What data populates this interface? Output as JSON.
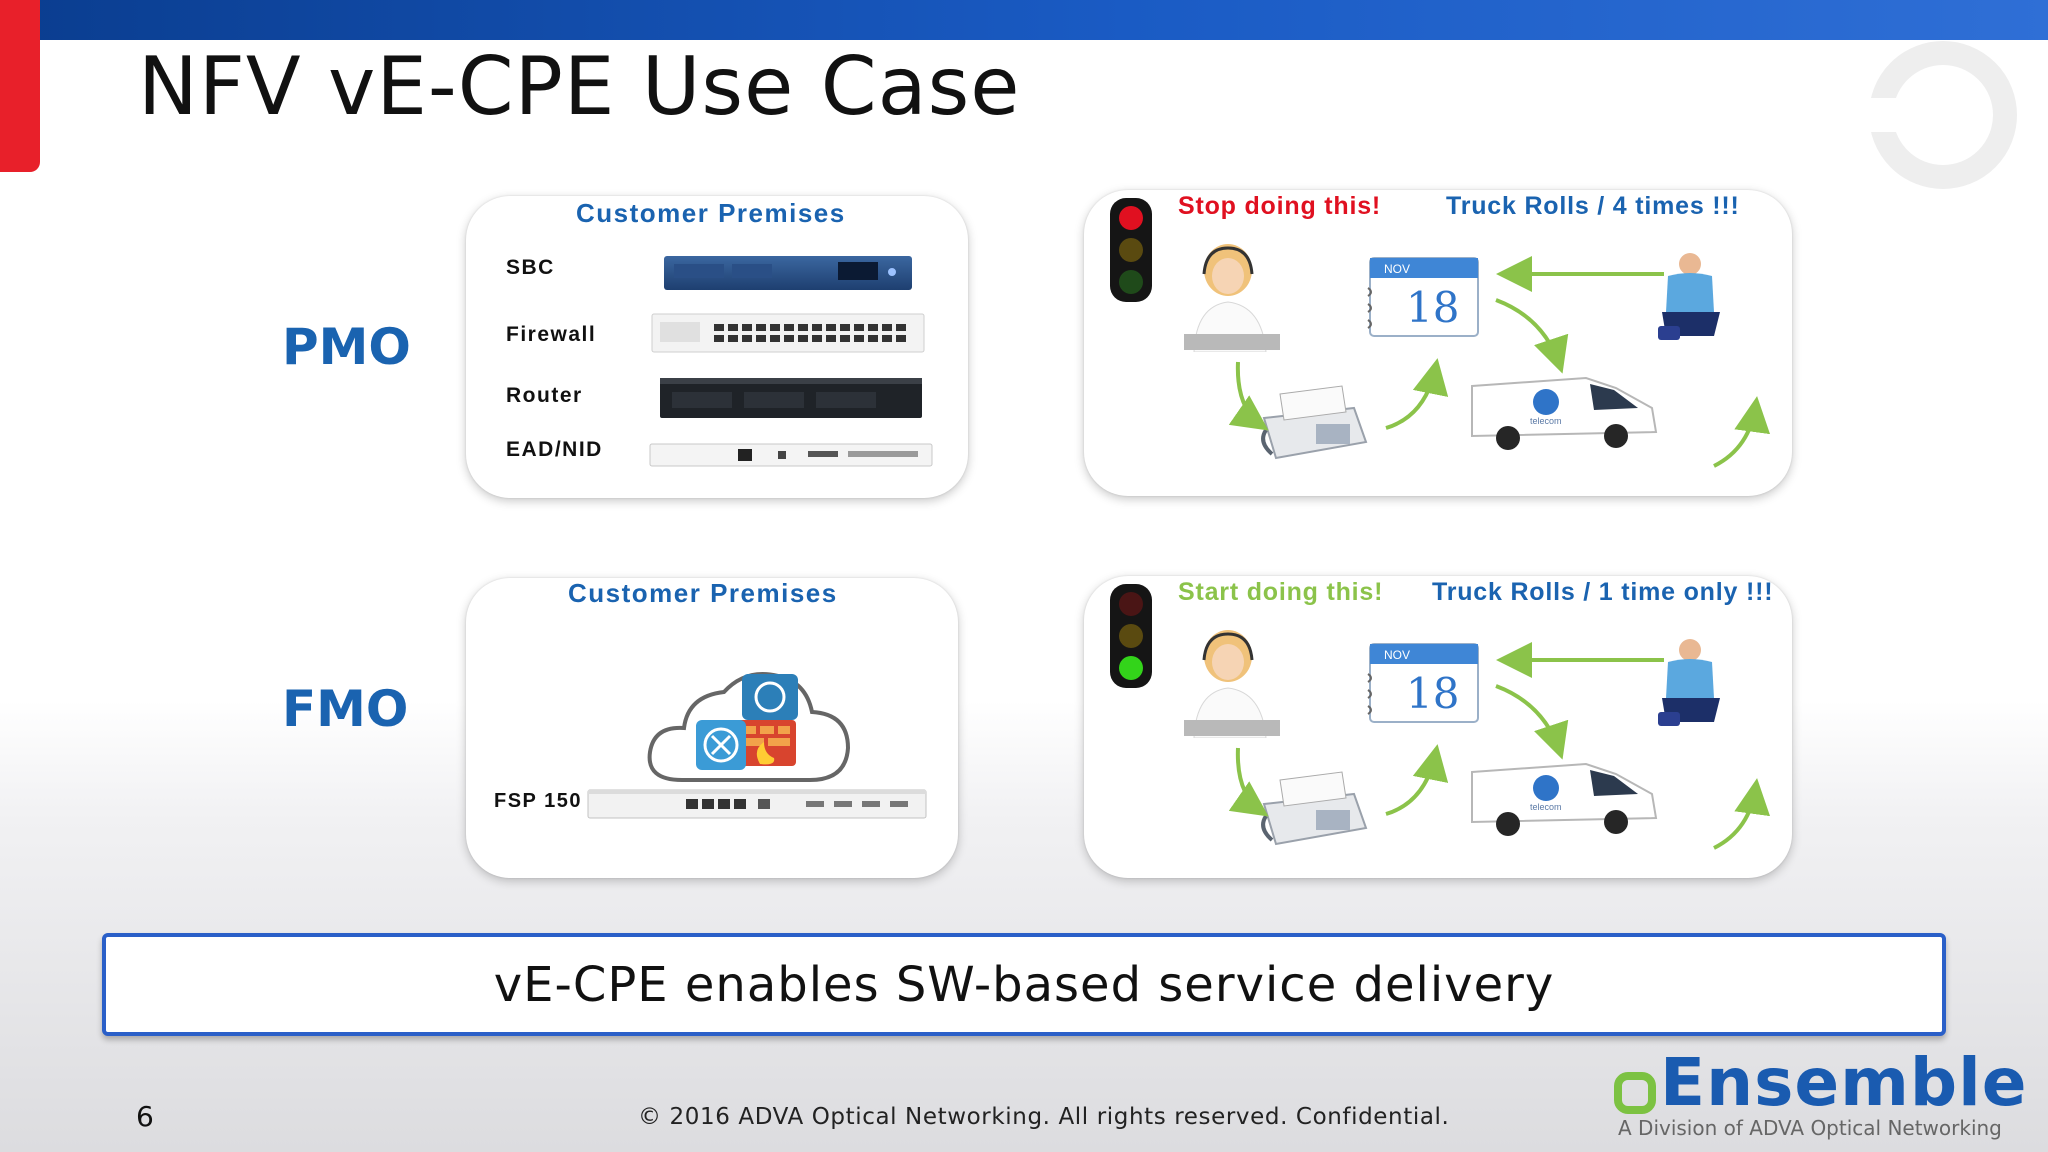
{
  "slide": {
    "title": "NFV vE-CPE Use Case",
    "page_number": "6",
    "footer": "© 2016 ADVA Optical Networking. All rights reserved. Confidential."
  },
  "rows": {
    "pmo": {
      "label": "PMO",
      "premises_title": "Customer Premises",
      "devices": [
        "SBC",
        "Firewall",
        "Router",
        "EAD/NID"
      ],
      "annotation_left": "Stop doing this!",
      "annotation_right": "Truck Rolls / 4 times !!!",
      "light_active": "red",
      "calendar_day": "18",
      "calendar_month": "NOV",
      "van_brand": "telecom"
    },
    "fmo": {
      "label": "FMO",
      "premises_title": "Customer Premises",
      "device": "FSP 150",
      "annotation_left": "Start doing this!",
      "annotation_right": "Truck Rolls / 1 time only !!!",
      "light_active": "green",
      "calendar_day": "18",
      "calendar_month": "NOV",
      "van_brand": "telecom"
    }
  },
  "summary": "vE-CPE enables SW-based service delivery",
  "brand": {
    "name": "Ensemble",
    "tagline": "A Division of ADVA Optical Networking"
  },
  "colors": {
    "accent_blue": "#1a63b0",
    "stop_red": "#e01020",
    "start_green": "#7cb342",
    "arrow_green": "#8bc34a",
    "header_blue": "#1a5bc4",
    "header_red": "#e8202a"
  },
  "icons": [
    "traffic-light-icon",
    "call-center-agent-icon",
    "calendar-icon",
    "technician-icon",
    "fax-machine-icon",
    "van-icon",
    "cloud-icon",
    "firewall-icon",
    "router-icon"
  ]
}
